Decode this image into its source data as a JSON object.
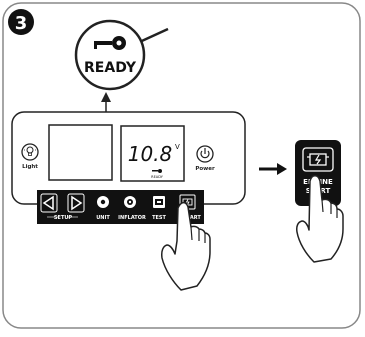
{
  "step": {
    "number": "3"
  },
  "callout": {
    "text": "READY",
    "icon": "key-icon"
  },
  "panel": {
    "display": {
      "value": "10.8",
      "unit": "V",
      "status": "READY"
    },
    "light": {
      "label": "Light",
      "icon": "lightbulb-icon"
    },
    "power": {
      "label": "Power",
      "icon": "power-icon"
    },
    "buttons": {
      "setup": "SETUP",
      "unit": "UNIT",
      "inflator": "INFLATOR",
      "test": "TEST",
      "start": "START"
    }
  },
  "engine_start": {
    "line1": "ENGINE",
    "line2": "START",
    "icon": "engine-icon"
  },
  "colors": {
    "outline": "#222222",
    "button_bar": "#111111",
    "frame": "#888888"
  }
}
